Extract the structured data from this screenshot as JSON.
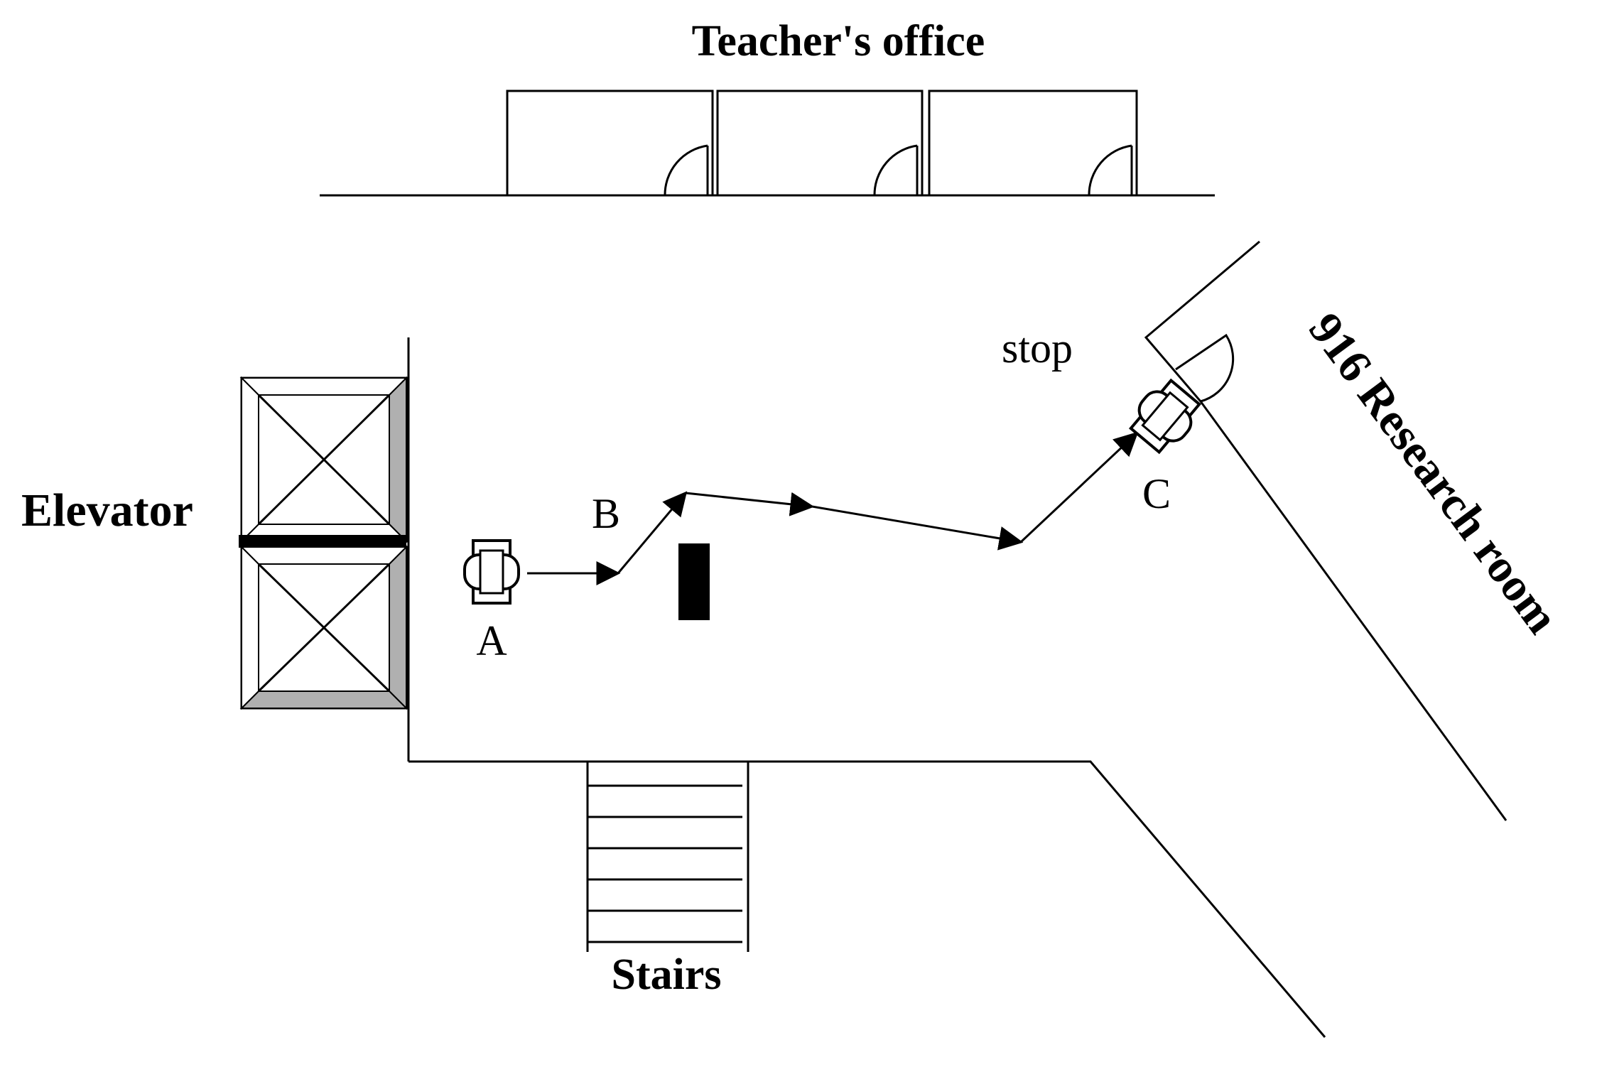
{
  "labels": {
    "teachers_office": "Teacher's office",
    "elevator": "Elevator",
    "stairs": "Stairs",
    "research_room": "916 Research room",
    "stop": "stop",
    "point_a": "A",
    "point_b": "B",
    "point_c": "C"
  },
  "colors": {
    "ink": "#000000",
    "elevator_shade": "#b0b0b0",
    "background": "#ffffff"
  },
  "icons": {
    "robot": "robot-icon",
    "obstacle": "obstacle-block",
    "arrow": "arrowhead"
  }
}
